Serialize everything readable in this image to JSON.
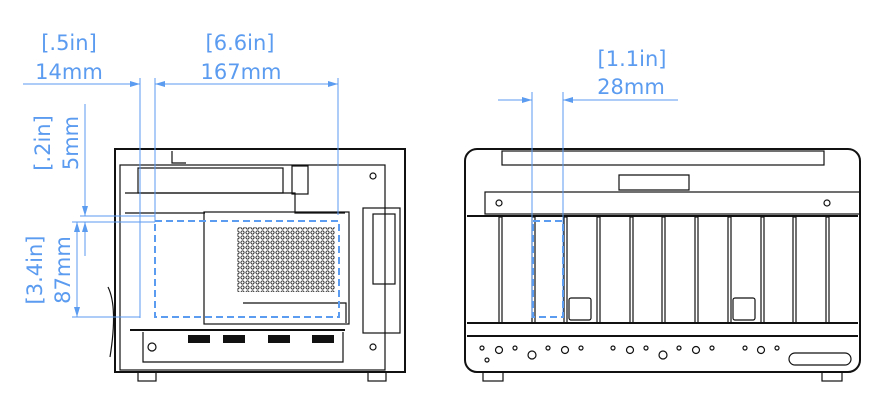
{
  "side_view": {
    "offset_dim": {
      "inches": "[.5in]",
      "mm": "14mm"
    },
    "width_dim": {
      "inches": "[6.6in]",
      "mm": "167mm"
    },
    "top_gap_dim": {
      "inches": "[.2in]",
      "mm": "5mm"
    },
    "height_dim": {
      "inches": "[3.4in]",
      "mm": "87mm"
    }
  },
  "front_view": {
    "slot_dim": {
      "inches": "[1.1in]",
      "mm": "28mm"
    }
  },
  "colors": {
    "dimension": "#5b9bf0",
    "outline": "#111111"
  }
}
